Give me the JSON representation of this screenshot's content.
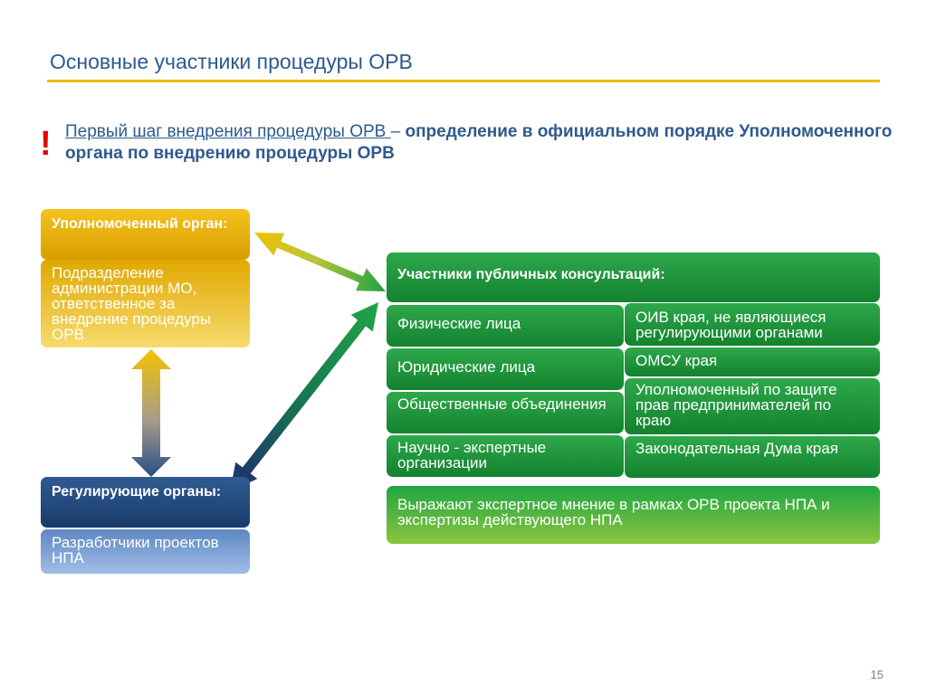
{
  "header": {
    "title": "Основные участники процедуры ОРВ"
  },
  "note": {
    "mark": "!",
    "underlined": "Первый шаг внедрения процедуры ОРВ ",
    "dash": "– ",
    "bold": "определение в официальном порядке Уполномоченного органа по внедрению процедуры ОРВ"
  },
  "authorized_body": {
    "title": "Уполномоченный орган:",
    "text": "Подразделение администрации МО, ответственное за внедрение процедуры ОРВ"
  },
  "regulators": {
    "title": "Регулирующие органы:",
    "text": "Разработчики проектов НПА"
  },
  "consultations": {
    "title": "Участники публичных консультаций:",
    "left_items": [
      "Физические лица",
      "Юридические лица",
      "Общественные объединения",
      "Научно - экспертные организации"
    ],
    "right_items": [
      "ОИВ края, не являющиеся регулирующими органами",
      "ОМСУ края",
      "Уполномоченный по защите прав предпринимателей по краю",
      "Законодательная Дума края"
    ],
    "summary": "Выражают экспертное мнение в рамках ОРВ проекта НПА и экспертизы действующего НПА"
  },
  "footer": {
    "page_number": "15"
  },
  "colors": {
    "title": "#2d5a8c",
    "accent_rule": "#f2b705",
    "yellow": "#e0a800",
    "navy": "#1f3f72",
    "green": "#1e9a3d",
    "light_green": "#8bc53f",
    "exclamation": "#e60000"
  }
}
